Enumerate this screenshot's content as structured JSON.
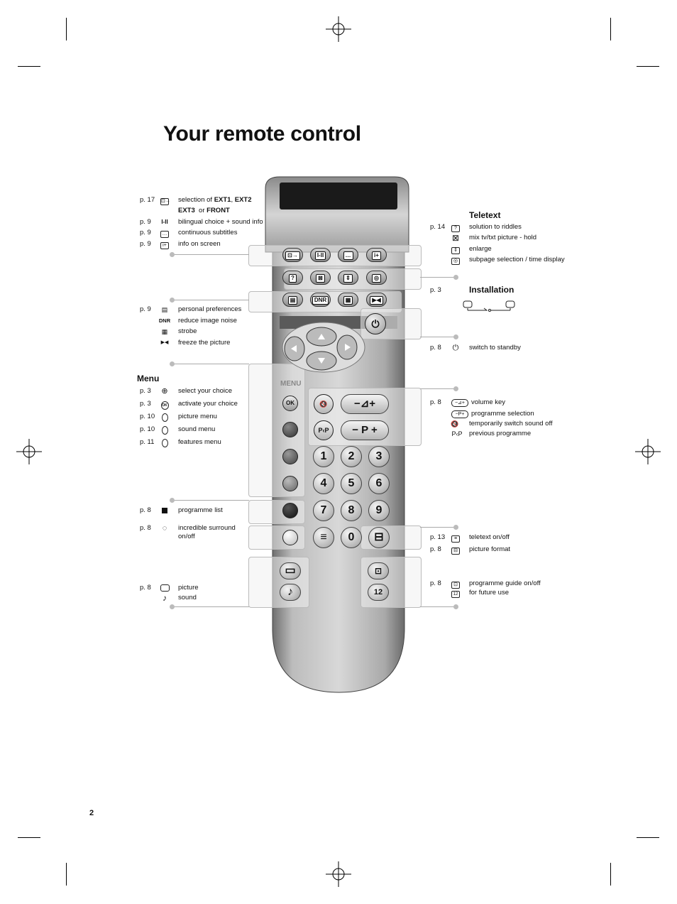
{
  "title": "Your remote control",
  "page_number": "2",
  "left_top": [
    {
      "page": "p. 17",
      "icon": "⊡→",
      "text_html": "selection of <b>EXT1</b>, <b>EXT2</b>"
    },
    {
      "page": "",
      "icon": "",
      "text_html": "<b>EXT3</b> &nbsp;or <b>FRONT</b>"
    },
    {
      "page": "p. 9",
      "icon": "I-II",
      "text_html": "bilingual choice + sound info"
    },
    {
      "page": "p. 9",
      "icon": "…",
      "text_html": "continuous subtitles"
    },
    {
      "page": "p. 9",
      "icon": "i+",
      "text_html": "info on screen"
    }
  ],
  "left_mid": [
    {
      "page": "p. 9",
      "icon": "▤",
      "text": "personal preferences"
    },
    {
      "page": "",
      "icon": "DNR",
      "text": "reduce image noise"
    },
    {
      "page": "",
      "icon": "▦",
      "text": "strobe"
    },
    {
      "page": "",
      "icon": "▶◀",
      "text": "freeze the picture"
    }
  ],
  "menu": {
    "heading": "Menu",
    "items": [
      {
        "page": "p. 3",
        "icon": "⊕",
        "text": "select your choice"
      },
      {
        "page": "p. 3",
        "icon": "OK",
        "text": "activate your choice"
      },
      {
        "page": "p. 10",
        "icon": "oval",
        "text": "picture menu"
      },
      {
        "page": "p. 10",
        "icon": "oval",
        "text": "sound menu"
      },
      {
        "page": "p. 11",
        "icon": "oval",
        "text": "features menu"
      }
    ]
  },
  "left_low": [
    {
      "page": "p. 8",
      "icon": "square",
      "text": "programme list"
    },
    {
      "page": "p. 8",
      "icon": "◌",
      "text": "incredible surround"
    },
    {
      "page": "",
      "icon": "",
      "text": "on/off"
    },
    {
      "page": "p. 8",
      "icon": "roundrect",
      "text": "picture"
    },
    {
      "page": "",
      "icon": "♪",
      "text": "sound"
    }
  ],
  "teletext": {
    "heading": "Teletext",
    "items": [
      {
        "page": "p. 14",
        "icon": "?",
        "text": "solution to riddles"
      },
      {
        "page": "",
        "icon": "⊠",
        "text": "mix tv/txt picture - hold"
      },
      {
        "page": "",
        "icon": "⇕",
        "text": "enlarge"
      },
      {
        "page": "",
        "icon": "◎",
        "text": "subpage selection / time display"
      }
    ]
  },
  "installation": {
    "page": "p. 3",
    "heading": "Installation"
  },
  "standby": {
    "page": "p. 8",
    "text": "switch to standby"
  },
  "right_mid": [
    {
      "page": "p. 8",
      "icon": "−⊿+",
      "text": "volume key"
    },
    {
      "page": "",
      "icon": "−P+",
      "text": " programme selection"
    },
    {
      "page": "",
      "icon": "🔇",
      "text": "temporarily switch sound off"
    },
    {
      "page": "",
      "icon": "P‹P",
      "text": " previous programme"
    }
  ],
  "right_low": [
    {
      "page": "p. 13",
      "icon": "≡",
      "text": "teletext on/off"
    },
    {
      "page": "p. 8",
      "icon": "⊟",
      "text": "picture format"
    },
    {
      "page": "p. 8",
      "icon": "⊡",
      "text": "programme guide on/off"
    },
    {
      "page": "",
      "icon": "12",
      "text": "for future use"
    }
  ],
  "remote": {
    "menu_label": "MENU",
    "row1": [
      "⊡→",
      "I-II",
      "…",
      "i+"
    ],
    "row2": [
      "?",
      "⊠",
      "⇕",
      "◎"
    ],
    "row3": [
      "▤",
      "DNR",
      "▦",
      "▶◀"
    ],
    "ok_label": "OK",
    "vol_label": "−⊿+",
    "prog_label": "− P +",
    "mute_label": "🔇",
    "pp_label": "P‹P",
    "digits": [
      "1",
      "2",
      "3",
      "4",
      "5",
      "6",
      "7",
      "8",
      "9",
      "0"
    ],
    "txt_label": "≡",
    "fmt_label": "⊟",
    "pic_label": "▭",
    "snd_label": "♪",
    "guide_label": "⊡",
    "future_label": "12",
    "standby_label": "⏻"
  }
}
